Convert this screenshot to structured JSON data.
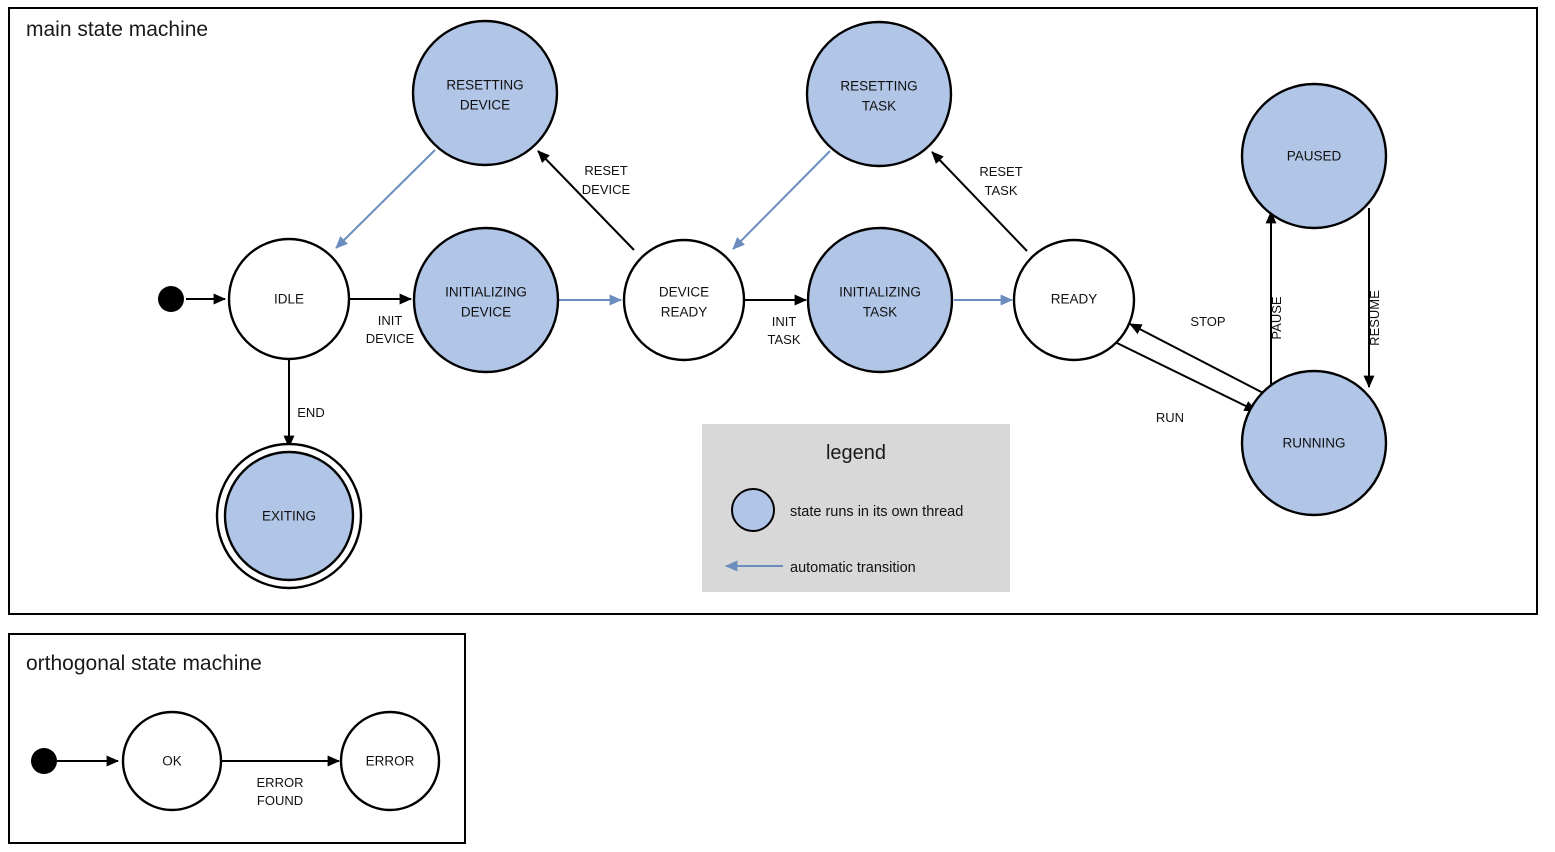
{
  "colors": {
    "thread_fill": "#b1c5e7",
    "auto_transition": "#6c8ebf",
    "plain_fill": "#ffffff",
    "stroke": "#000000",
    "legend_bg": "#d8d8d8",
    "page_bg": "#ffffff"
  },
  "main_machine": {
    "title": "main state machine",
    "states": [
      {
        "id": "idle",
        "label_line1": "IDLE",
        "label_line2": "",
        "threaded": false,
        "final": false
      },
      {
        "id": "resetting-device",
        "label_line1": "RESETTING",
        "label_line2": "DEVICE",
        "threaded": true,
        "final": false
      },
      {
        "id": "initializing-device",
        "label_line1": "INITIALIZING",
        "label_line2": "DEVICE",
        "threaded": true,
        "final": false
      },
      {
        "id": "device-ready",
        "label_line1": "DEVICE",
        "label_line2": "READY",
        "threaded": false,
        "final": false
      },
      {
        "id": "resetting-task",
        "label_line1": "RESETTING",
        "label_line2": "TASK",
        "threaded": true,
        "final": false
      },
      {
        "id": "initializing-task",
        "label_line1": "INITIALIZING",
        "label_line2": "TASK",
        "threaded": true,
        "final": false
      },
      {
        "id": "ready",
        "label_line1": "READY",
        "label_line2": "",
        "threaded": false,
        "final": false
      },
      {
        "id": "paused",
        "label_line1": "PAUSED",
        "label_line2": "",
        "threaded": true,
        "final": false
      },
      {
        "id": "running",
        "label_line1": "RUNNING",
        "label_line2": "",
        "threaded": true,
        "final": false
      },
      {
        "id": "exiting",
        "label_line1": "EXITING",
        "label_line2": "",
        "threaded": true,
        "final": true
      }
    ],
    "transitions": [
      {
        "id": "start-to-idle",
        "label_line1": "",
        "label_line2": "",
        "automatic": false
      },
      {
        "id": "idle-to-initializing-device",
        "label_line1": "INIT",
        "label_line2": "DEVICE",
        "automatic": false
      },
      {
        "id": "idle-to-exiting",
        "label_line1": "END",
        "label_line2": "",
        "automatic": false
      },
      {
        "id": "initializing-device-to-device-ready",
        "label_line1": "",
        "label_line2": "",
        "automatic": true
      },
      {
        "id": "resetting-device-to-idle",
        "label_line1": "",
        "label_line2": "",
        "automatic": true
      },
      {
        "id": "device-ready-to-resetting-device",
        "label_line1": "RESET",
        "label_line2": "DEVICE",
        "automatic": false
      },
      {
        "id": "device-ready-to-initializing-task",
        "label_line1": "INIT",
        "label_line2": "TASK",
        "automatic": false
      },
      {
        "id": "initializing-task-to-ready",
        "label_line1": "",
        "label_line2": "",
        "automatic": true
      },
      {
        "id": "resetting-task-to-device-ready",
        "label_line1": "",
        "label_line2": "",
        "automatic": true
      },
      {
        "id": "ready-to-resetting-task",
        "label_line1": "RESET",
        "label_line2": "TASK",
        "automatic": false
      },
      {
        "id": "ready-to-running",
        "label_line1": "RUN",
        "label_line2": "",
        "automatic": false
      },
      {
        "id": "running-to-ready",
        "label_line1": "STOP",
        "label_line2": "",
        "automatic": false
      },
      {
        "id": "running-to-paused",
        "label_line1": "PAUSE",
        "label_line2": "",
        "automatic": false
      },
      {
        "id": "paused-to-running",
        "label_line1": "RESUME",
        "label_line2": "",
        "automatic": false
      }
    ]
  },
  "legend": {
    "title": "legend",
    "entries": [
      {
        "id": "thread-swatch",
        "icon": "filled-circle-icon",
        "text": "state runs in its own thread"
      },
      {
        "id": "auto-arrow",
        "icon": "left-arrow-icon",
        "text": "automatic transition"
      }
    ]
  },
  "orthogonal_machine": {
    "title": "orthogonal state machine",
    "states": [
      {
        "id": "ok",
        "label_line1": "OK",
        "threaded": false
      },
      {
        "id": "error",
        "label_line1": "ERROR",
        "threaded": false
      }
    ],
    "transitions": [
      {
        "id": "start-to-ok",
        "label_line1": "",
        "label_line2": ""
      },
      {
        "id": "ok-to-error",
        "label_line1": "ERROR",
        "label_line2": "FOUND"
      }
    ]
  }
}
